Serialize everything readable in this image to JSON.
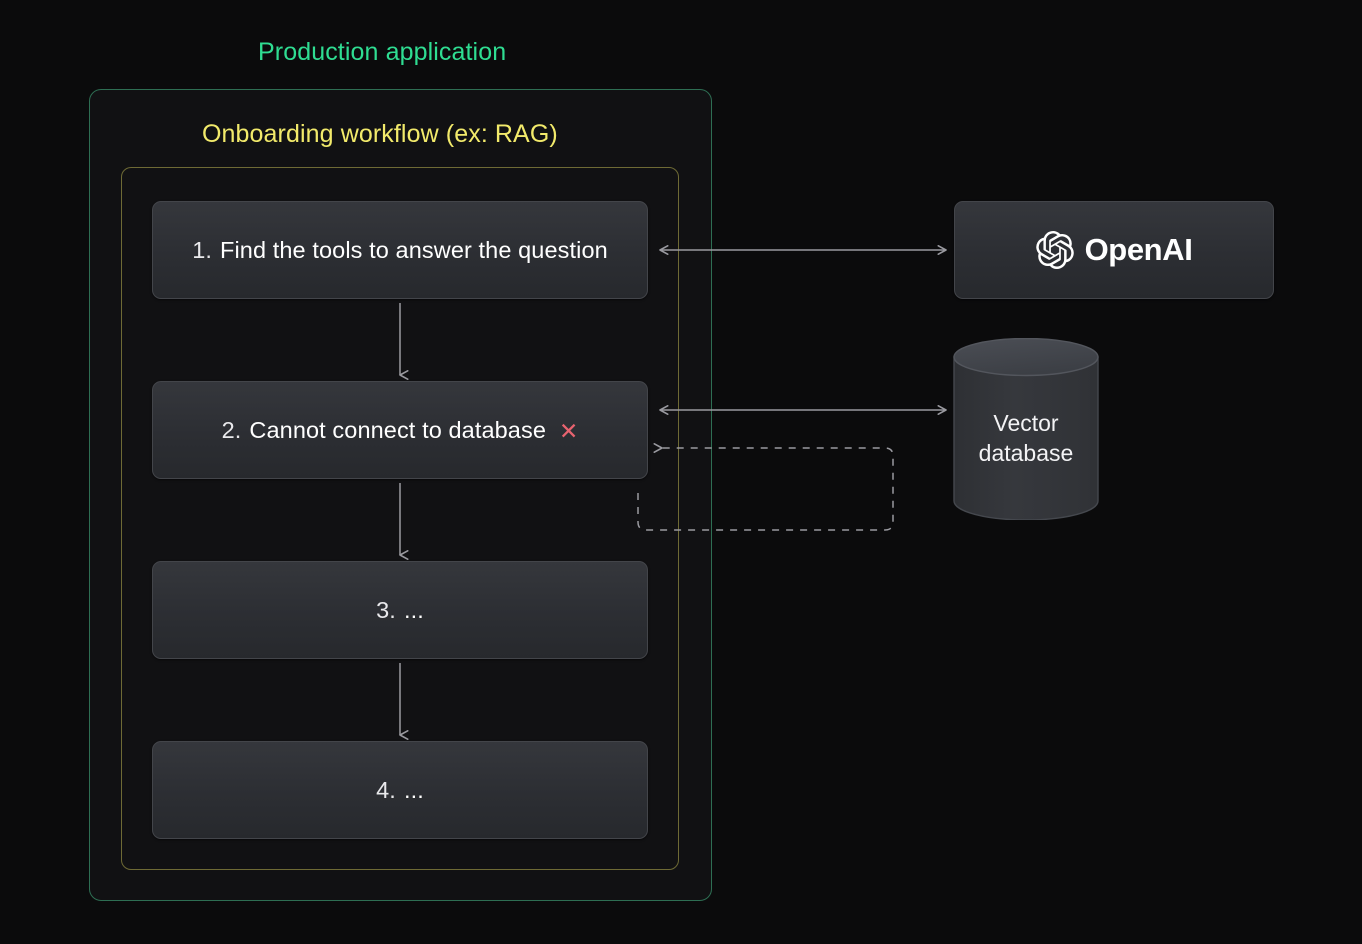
{
  "diagram": {
    "production_title": "Production application",
    "workflow_title": "Onboarding workflow (ex: RAG)",
    "steps": [
      {
        "number": "1.",
        "label": "Find the tools to answer the question",
        "error": false,
        "error_mark": ""
      },
      {
        "number": "2.",
        "label": "Cannot connect to database",
        "error": true,
        "error_mark": "✕"
      },
      {
        "number": "3.",
        "label": "...",
        "error": false,
        "error_mark": ""
      },
      {
        "number": "4.",
        "label": "...",
        "error": false,
        "error_mark": ""
      }
    ],
    "services": {
      "openai": {
        "label": "OpenAI",
        "icon": "openai-blossom-icon"
      },
      "vector_database": {
        "label_line1": "Vector",
        "label_line2": "database",
        "icon": "database-cylinder-icon"
      }
    },
    "connectors": [
      {
        "name": "step1-openai",
        "style": "solid",
        "arrows": "bidirectional"
      },
      {
        "name": "step2-vector-database",
        "style": "solid",
        "arrows": "bidirectional"
      },
      {
        "name": "retry-feedback-loop",
        "style": "dashed",
        "arrows": "left"
      },
      {
        "name": "step1-to-step2",
        "style": "solid",
        "arrows": "down"
      },
      {
        "name": "step2-to-step3",
        "style": "solid",
        "arrows": "down"
      },
      {
        "name": "step3-to-step4",
        "style": "solid",
        "arrows": "down"
      }
    ],
    "colors": {
      "background": "#0b0b0c",
      "production_border": "#2e6e53",
      "production_title": "#2fdd92",
      "workflow_border": "#6e6a35",
      "workflow_title": "#f2ea6b",
      "card_background": "#2f3136",
      "card_border": "#43454a",
      "text": "#ffffff",
      "error": "#e8636f",
      "connector": "#9a9aa0"
    }
  }
}
